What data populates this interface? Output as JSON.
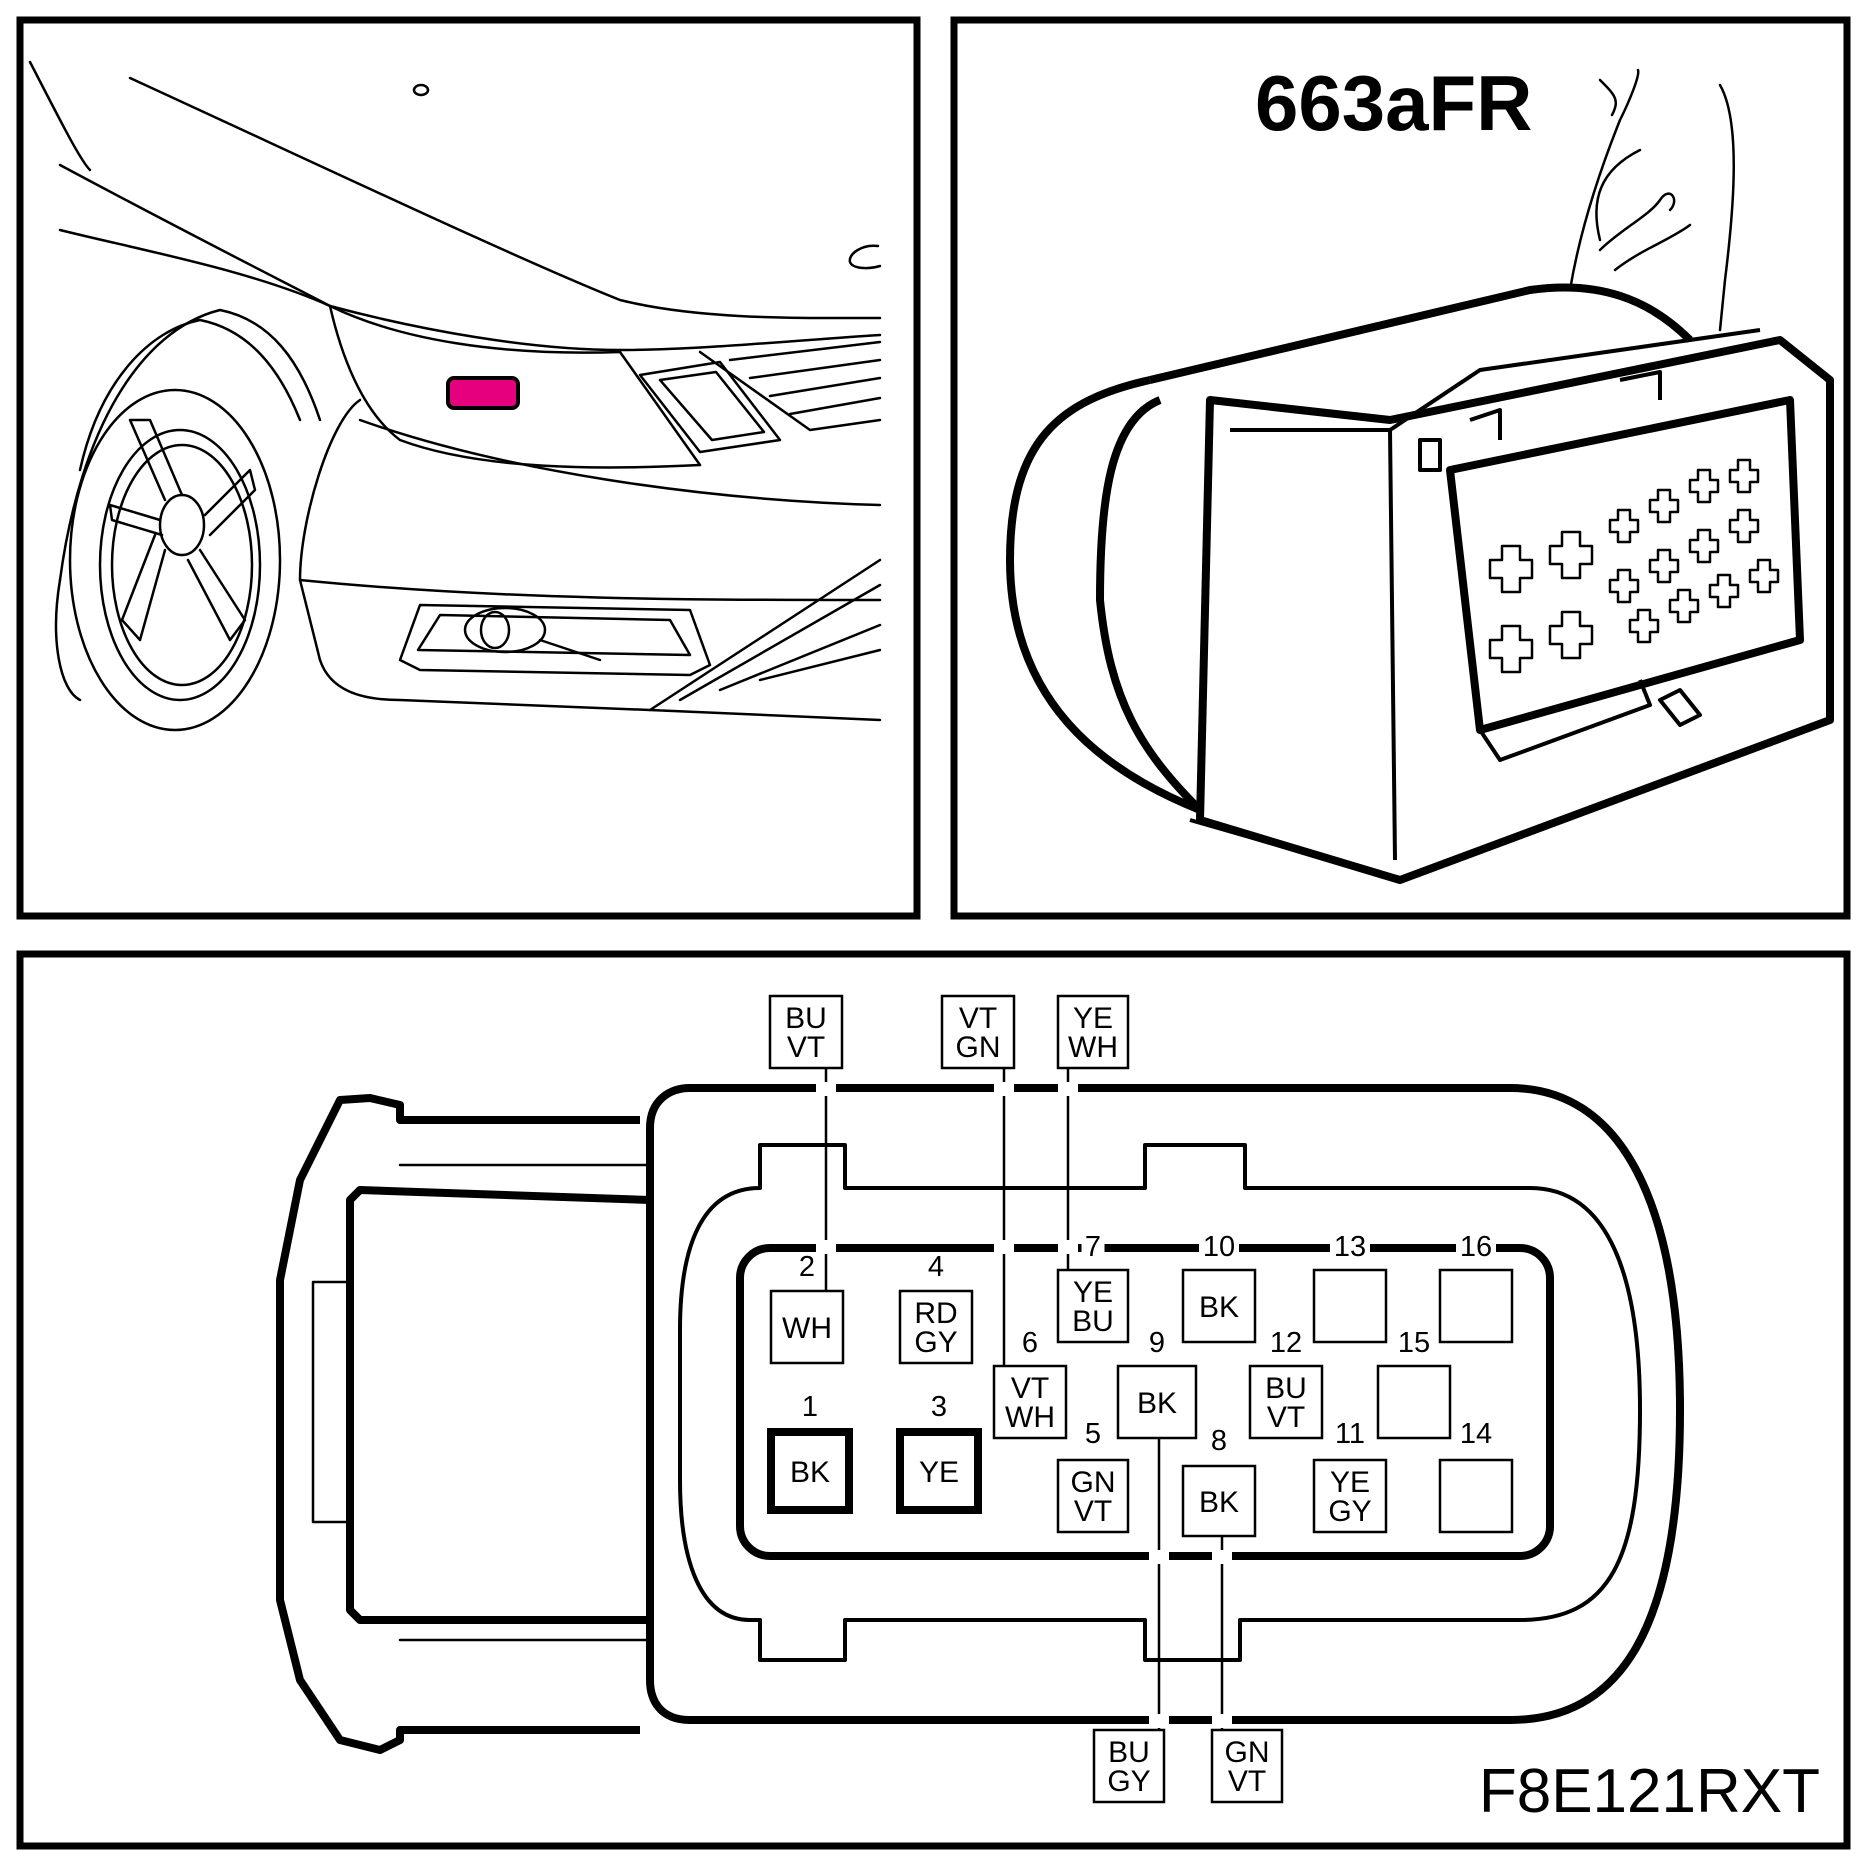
{
  "connector_title": "663aFR",
  "figure_id": "F8E121RXT",
  "location_marker_color": "#e6007e",
  "pins": [
    {
      "num": "1",
      "colors": [
        "BK"
      ],
      "heavy": true
    },
    {
      "num": "2",
      "colors": [
        "WH"
      ]
    },
    {
      "num": "3",
      "colors": [
        "YE"
      ],
      "heavy": true
    },
    {
      "num": "4",
      "colors": [
        "RD",
        "GY"
      ]
    },
    {
      "num": "5",
      "colors": [
        "GN",
        "VT"
      ]
    },
    {
      "num": "6",
      "colors": [
        "VT",
        "WH"
      ]
    },
    {
      "num": "7",
      "colors": [
        "YE",
        "BU"
      ]
    },
    {
      "num": "8",
      "colors": [
        "BK"
      ]
    },
    {
      "num": "9",
      "colors": [
        "BK"
      ]
    },
    {
      "num": "10",
      "colors": [
        "BK"
      ]
    },
    {
      "num": "11",
      "colors": [
        "YE",
        "GY"
      ]
    },
    {
      "num": "12",
      "colors": [
        "BU",
        "VT"
      ]
    },
    {
      "num": "13",
      "colors": []
    },
    {
      "num": "14",
      "colors": []
    },
    {
      "num": "15",
      "colors": []
    },
    {
      "num": "16",
      "colors": []
    }
  ],
  "wire_labels": {
    "top_pin2": [
      "BU",
      "VT"
    ],
    "top_pin6": [
      "VT",
      "GN"
    ],
    "top_pin7": [
      "YE",
      "WH"
    ],
    "bottom_pin9": [
      "BU",
      "GY"
    ],
    "bottom_pin8": [
      "GN",
      "VT"
    ]
  }
}
